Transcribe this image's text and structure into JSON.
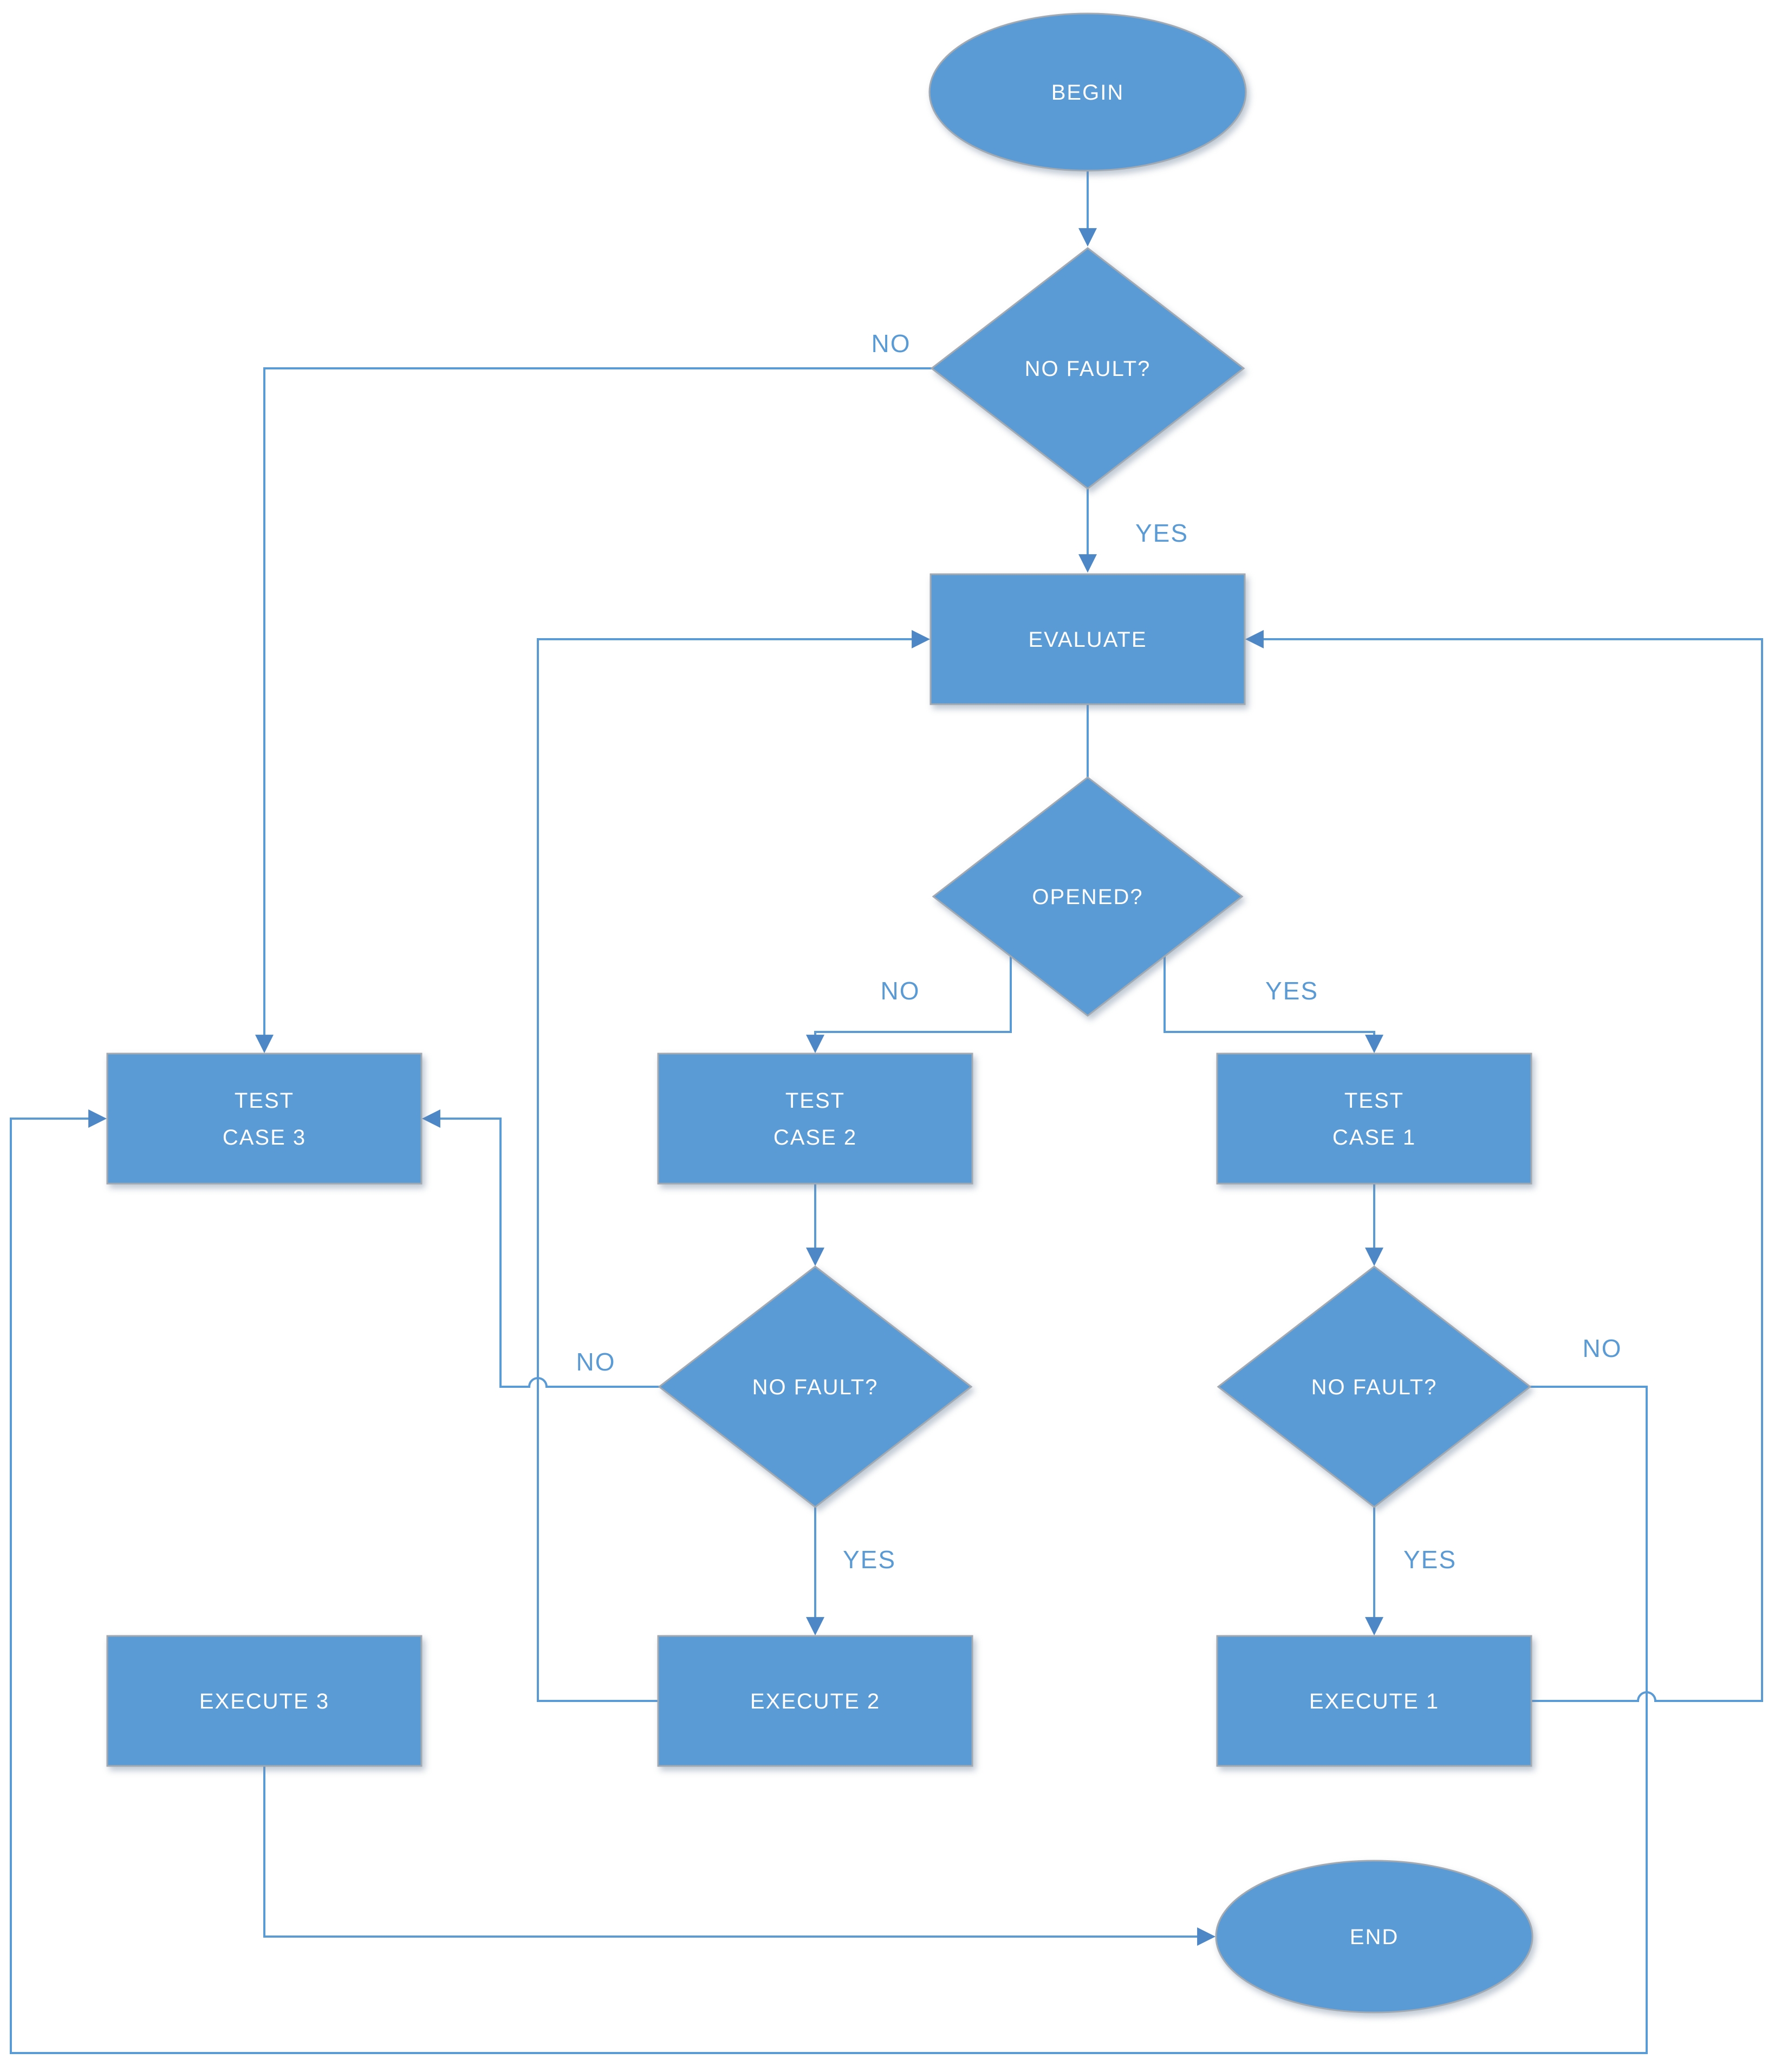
{
  "diagram": {
    "type": "flowchart",
    "colors": {
      "shape_fill": "#5b9bd5",
      "shape_border": "#a2a9b0",
      "connector": "#5b9bd5",
      "arrowhead": "#4d87c5",
      "node_text": "#ffffff",
      "edge_label_text": "#5b9bd5",
      "background": "#ffffff"
    },
    "nodes": {
      "begin": {
        "type": "terminator",
        "label": "BEGIN"
      },
      "no_fault_top": {
        "type": "decision",
        "label": "NO FAULT?"
      },
      "evaluate": {
        "type": "process",
        "label": "EVALUATE"
      },
      "opened": {
        "type": "decision",
        "label": "OPENED?"
      },
      "test_case_3": {
        "type": "process",
        "line1": "TEST",
        "line2": "CASE 3"
      },
      "test_case_2": {
        "type": "process",
        "line1": "TEST",
        "line2": "CASE 2"
      },
      "test_case_1": {
        "type": "process",
        "line1": "TEST",
        "line2": "CASE 1"
      },
      "no_fault_2": {
        "type": "decision",
        "label": "NO FAULT?"
      },
      "no_fault_1": {
        "type": "decision",
        "label": "NO FAULT?"
      },
      "execute_3": {
        "type": "process",
        "label": "EXECUTE 3"
      },
      "execute_2": {
        "type": "process",
        "label": "EXECUTE 2"
      },
      "execute_1": {
        "type": "process",
        "label": "EXECUTE 1"
      },
      "end": {
        "type": "terminator",
        "label": "END"
      }
    },
    "edge_labels": {
      "no_fault_top_no": "NO",
      "no_fault_top_yes": "YES",
      "opened_no": "NO",
      "opened_yes": "YES",
      "no_fault_2_no": "NO",
      "no_fault_2_yes": "YES",
      "no_fault_1_no": "NO",
      "no_fault_1_yes": "YES"
    }
  }
}
